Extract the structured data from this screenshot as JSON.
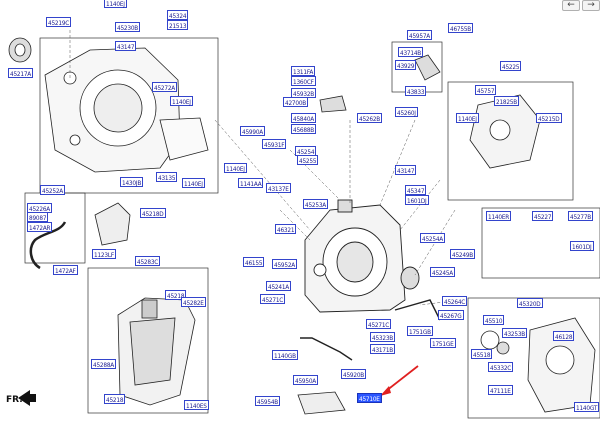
{
  "nav": {
    "back_icon": "arrow-left-icon",
    "forward_icon": "arrow-right-icon",
    "back": "←",
    "forward": "→"
  },
  "direction_label": "FR.",
  "labels": [
    "1140EJ",
    "45219C",
    "45324",
    "21513",
    "45230B",
    "45217A",
    "43147",
    "45272A",
    "1140EJ",
    "43135",
    "1430JB",
    "1140EJ",
    "45957A",
    "46755B",
    "43714B",
    "43929",
    "43833",
    "45225",
    "45757",
    "21825B",
    "45215D",
    "1140EJ",
    "1311FA",
    "1360CF",
    "45932B",
    "42700B",
    "45840A",
    "45688B",
    "45262B",
    "45260J",
    "45990A",
    "45931F",
    "45254",
    "45255",
    "1140EJ",
    "1141AA",
    "43137E",
    "43147",
    "45347",
    "1601DJ",
    "45253A",
    "45252A",
    "45226A",
    "89087",
    "1472AR",
    "45218D",
    "1472AF",
    "1123LF",
    "45283C",
    "46321",
    "1140ER",
    "45227",
    "45277B",
    "1601DJ",
    "46155",
    "45952A",
    "45241A",
    "45271C",
    "45254A",
    "45249B",
    "45245A",
    "1140GB",
    "45218",
    "45282E",
    "45264C",
    "45267G",
    "45271C",
    "45323B",
    "43171B",
    "1751GB",
    "1751GE",
    "45320D",
    "45510",
    "43253B",
    "46128",
    "45518",
    "45332C",
    "45288A",
    "45950A",
    "45920B",
    "47111E",
    "45218",
    "45954B",
    "45710E",
    "1140ES",
    "1140GT"
  ],
  "highlighted_label": "45710E"
}
